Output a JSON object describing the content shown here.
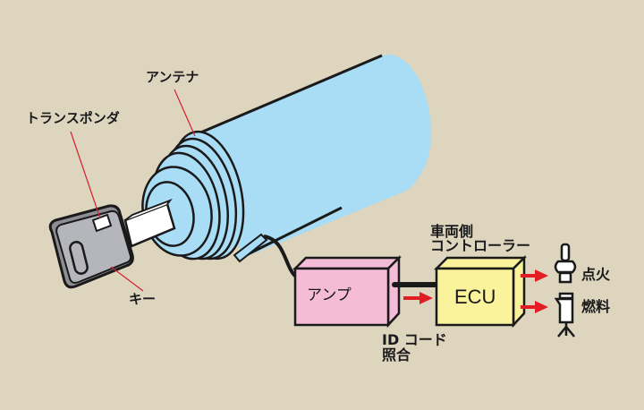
{
  "colors": {
    "background": "#ddd5be",
    "antenna_fill": "#a9dcf5",
    "key_fill": "#b5b6bb",
    "amp_fill": "#f5bcd8",
    "ecu_fill": "#fbf29c",
    "leader_line": "#d62030",
    "arrow": "#e31d24",
    "outline": "#1a1a1a"
  },
  "labels": {
    "antenna": "アンテナ",
    "transponder": "トランスポンダ",
    "key": "キー",
    "vehicle_controller_line1": "車両側",
    "vehicle_controller_line2": "コントローラー",
    "id_code_line1": "ID コード",
    "id_code_line2": "照合",
    "ignition": "点火",
    "fuel": "燃料"
  },
  "boxes": {
    "amp": "アンプ",
    "ecu": "ECU"
  },
  "icons": {
    "spark_plug": "spark-plug-icon",
    "fuel_injector": "fuel-injector-icon"
  }
}
